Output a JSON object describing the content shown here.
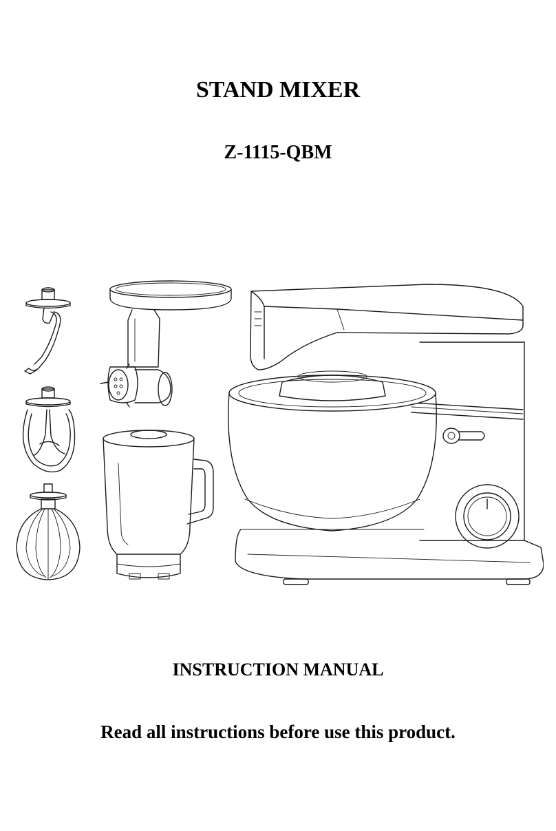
{
  "cover": {
    "title": "STAND MIXER",
    "model": "Z-1115-QBM",
    "document_type": "INSTRUCTION MANUAL",
    "notice": "Read all instructions before use this product."
  },
  "illustration": {
    "items": [
      "dough-hook",
      "flat-beater",
      "whisk",
      "meat-grinder",
      "blender-jug",
      "stand-mixer"
    ]
  }
}
